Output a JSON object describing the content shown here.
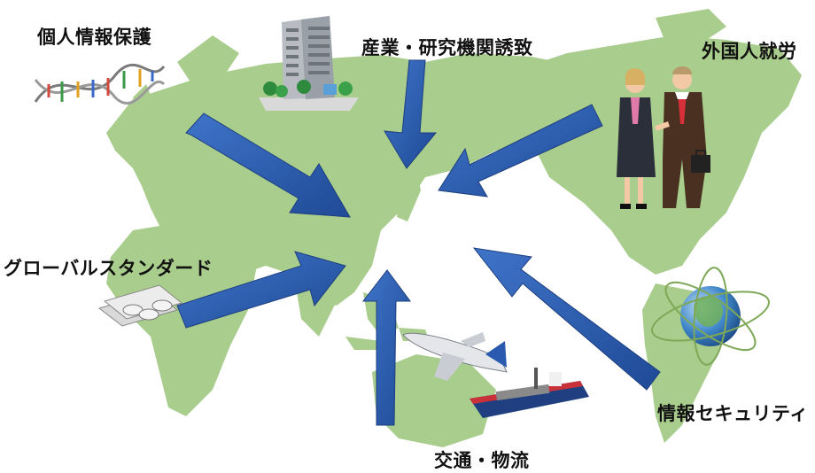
{
  "labels": {
    "privacy": "個人情報保護",
    "industry": "産業・研究機関誘致",
    "foreign_workers": "外国人就労",
    "global_standard": "グローバルスタンダード",
    "info_security": "情報セキュリティ",
    "transport": "交通・物流"
  },
  "colors": {
    "map_land": "#a9cd8c",
    "arrow": "#2f5fb0",
    "arrow_dark": "#1d3f80"
  },
  "icons": [
    "dna-icon",
    "building-icon",
    "business-people-icon",
    "money-icon",
    "airplane-icon",
    "cargo-ship-icon",
    "globe-icon"
  ]
}
